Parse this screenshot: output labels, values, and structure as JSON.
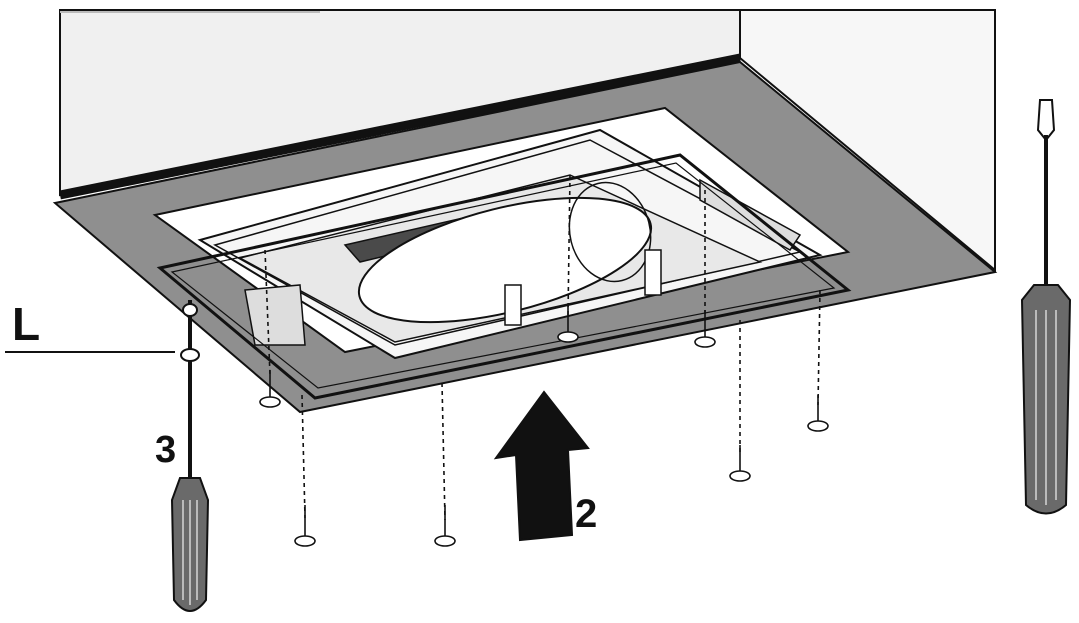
{
  "labels": {
    "step_l": "L",
    "step_2": "2",
    "step_3": "3"
  },
  "icons": {
    "tool_left": "screwdriver-icon",
    "tool_right": "screwdriver-icon",
    "direction": "arrow-up-icon",
    "fastener": "screw-icon"
  },
  "colors": {
    "line": "#111111",
    "ceiling": "#8c8c8c",
    "cabinet": "#f0f0f0",
    "panel": "#ffffff",
    "arrow": "#111111"
  }
}
